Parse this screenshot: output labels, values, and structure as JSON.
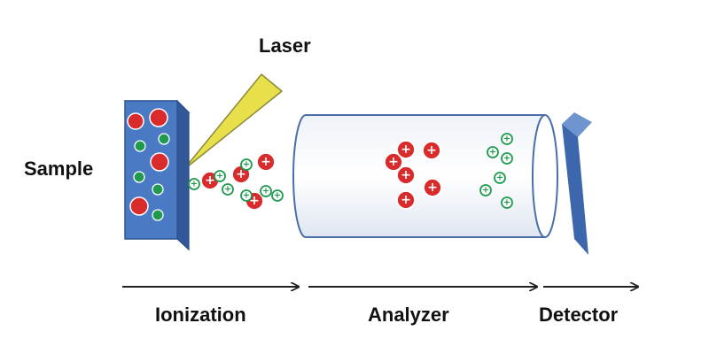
{
  "labels": {
    "laser": "Laser",
    "sample": "Sample",
    "ionization": "Ionization",
    "analyzer": "Analyzer",
    "detector": "Detector"
  },
  "ion_symbol": "+",
  "colors": {
    "sample_box": "#4a7ac4",
    "sample_box_dark": "#33589a",
    "laser_beam": "#e8e04a",
    "large_ion": "#d92b2b",
    "small_ion": "#1f9a4f",
    "analyzer_outline": "#4a6fa8",
    "detector_plate": "#3d67ad",
    "arrow": "#222222"
  },
  "icons": {
    "laser": "laser-beam-icon",
    "large_ion": "large-positive-ion-icon",
    "small_ion": "small-positive-ion-icon",
    "detector": "detector-plate-icon"
  }
}
